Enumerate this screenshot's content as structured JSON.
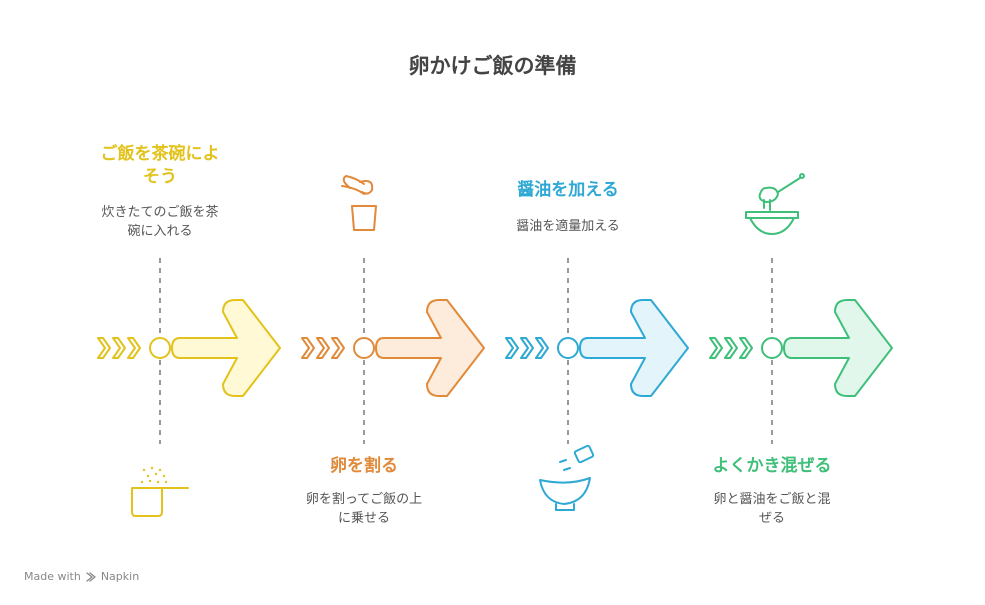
{
  "title": "卵かけご飯の準備",
  "colors": {
    "yellow": "#E2C21B",
    "orange": "#E08A3A",
    "blue": "#2EA8D4",
    "green": "#3FBF7A",
    "connector": "#9A9A9A"
  },
  "steps": [
    {
      "title": "ご飯を茶碗によそう",
      "title_lines": [
        "ご飯を茶碗によ",
        "そう"
      ],
      "desc": "炊きたてのご飯を茶碗に入れる",
      "desc_lines": [
        "炊きたてのご飯を茶",
        "碗に入れる"
      ],
      "text_position": "top",
      "icon": "rice-cooker-pot-icon"
    },
    {
      "title": "卵を割る",
      "title_lines": [
        "卵を割る"
      ],
      "desc": "卵を割ってご飯の上に乗せる",
      "desc_lines": [
        "卵を割ってご飯の上",
        "に乗せる"
      ],
      "text_position": "bottom",
      "icon": "egg-cracking-icon"
    },
    {
      "title": "醤油を加える",
      "title_lines": [
        "醤油を加える"
      ],
      "desc": "醤油を適量加える",
      "desc_lines": [
        "醤油を適量加える"
      ],
      "text_position": "top",
      "icon": "soy-sauce-bowl-icon"
    },
    {
      "title": "よくかき混ぜる",
      "title_lines": [
        "よくかき混ぜる"
      ],
      "desc": "卵と醤油をご飯と混ぜる",
      "desc_lines": [
        "卵と醤油をご飯と混",
        "ぜる"
      ],
      "text_position": "bottom",
      "icon": "mixing-bowl-icon"
    }
  ],
  "footer": {
    "prefix": "Made with",
    "brand": "Napkin"
  }
}
